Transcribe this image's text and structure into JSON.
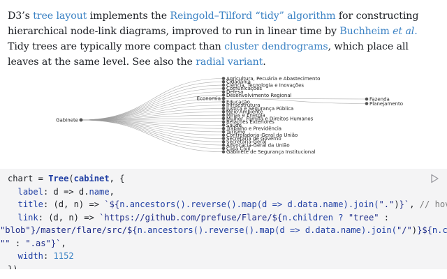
{
  "intro": {
    "p1": "D3’s ",
    "link_tree_layout": "tree layout",
    "p2": " implements the ",
    "link_reingold": "Reingold–Tilford “tidy” algorithm",
    "p3": " for constructing hierarchical node-link diagrams, improved to run in linear time by ",
    "link_buchheim": "Buchheim ",
    "link_buchheim_em": "et al.",
    "p4": " Tidy trees are typically more compact than ",
    "link_cluster": "cluster dendrograms",
    "p5": ", which place all leaves at the same level. See also the ",
    "link_radial": "radial variant",
    "p6": "."
  },
  "tree": {
    "root": "Gabinete",
    "branch": "Economia",
    "branch_children": [
      "Fazenda",
      "Planejamento"
    ],
    "leaves_before": [
      "Agricultura, Pecuária e Abastecimento",
      "Cidadania",
      "Ciência, Tecnologia e Inovações",
      "Comunicações",
      "Defesa",
      "Desenvolvimento Regional"
    ],
    "leaves_after": [
      "Educação",
      "Infraestrutura",
      "Justiça e Segurança Pública",
      "Meio Ambiente",
      "Minas e Energia",
      "Mulher, Família e Direitos Humanos",
      "Relações Exteriores",
      "Saúde",
      "Trabalho e Previdência",
      "Turismo",
      "Controladoria-Geral da União",
      "Secretaria de Governo",
      "Secretaria-Geral",
      "Advocacia-Geral da União",
      "Casa Civil",
      "Gabinete de Segurança Institucional"
    ]
  },
  "code": {
    "l1_a": "chart = ",
    "l1_fn": "Tree",
    "l1_b": "(",
    "l1_arg": "cabinet",
    "l1_c": ", {",
    "l2_key": "  label",
    "l2_rest": ": d => d.",
    "l2_prop": "name",
    "l2_end": ",",
    "l3_key": "  title",
    "l3_a": ": (d, n) => ",
    "l3_str1": "`${",
    "l3_b": "n.ancestors().reverse().map(d => d.data.name).join(",
    "l3_str2": "\".\"",
    "l3_c": ")",
    "l3_str3": "}`",
    "l3_d": ", ",
    "l3_cmt": "// hover text",
    "l4_key": "  link",
    "l4_a": ": (d, n) => ",
    "l4_str1": "`https://github.com/prefuse/Flare/${",
    "l4_b": "n.children ? ",
    "l4_str2": "\"tree\"",
    "l4_c": " :",
    "l5_str1": "\"blob\"",
    "l5_str2": "}/master/flare/src/${",
    "l5_b": "n.ancestors().reverse().map(d => d.data.name).join(",
    "l5_str3": "\"/\"",
    "l5_c": ")",
    "l5_str4": "}${",
    "l5_d": "n.children ?",
    "l6_str1": "\"\"",
    "l6_a": " : ",
    "l6_str2": "\".as\"",
    "l6_str3": "}`",
    "l6_b": ",",
    "l7_key": "  width",
    "l7_a": ": ",
    "l7_num": "1152",
    "l8": "})"
  },
  "colors": {
    "link": "#3b82c4",
    "tree_link": "#9a9a9a",
    "node": "#555555",
    "code_bg": "#f4f4f5"
  },
  "run_button_icon": "play-icon"
}
